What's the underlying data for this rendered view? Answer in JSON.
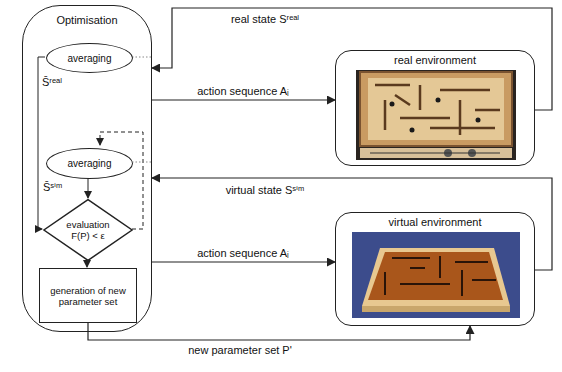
{
  "diagram": {
    "nodes": [
      {
        "text": [
          "Optimisation"
        ]
      },
      {
        "text": [
          "averaging"
        ],
        "in": 0
      },
      {
        "text": [
          "averaging"
        ],
        "in": 0
      },
      {
        "text": [
          "evaluation",
          "F(P) < ε"
        ],
        "in": 0
      },
      {
        "text": [
          "generation of new parameter set"
        ],
        "in": 0
      },
      {
        "text": [
          "real environment"
        ]
      },
      {
        "text": [
          "virtual environment"
        ]
      }
    ],
    "edges": [
      {
        "from": 5,
        "to": 0,
        "arrow": "to",
        "label": "real state Sʳᵉᵃˡ"
      },
      {
        "from": 0,
        "to": 5,
        "arrow": "to",
        "label": "action sequence Aᵢ"
      },
      {
        "from": 6,
        "to": 0,
        "arrow": "to",
        "label": "virtual state Sˢⁱᵐ"
      },
      {
        "from": 0,
        "to": 6,
        "arrow": "to",
        "label": "action sequence Aᵢ"
      },
      {
        "from": 4,
        "to": 6,
        "arrow": "to",
        "label": "new parameter set P'"
      }
    ],
    "labels": [
      "S̄ʳᵉᵃˡ",
      "S̄ˢⁱᵐ"
    ]
  }
}
